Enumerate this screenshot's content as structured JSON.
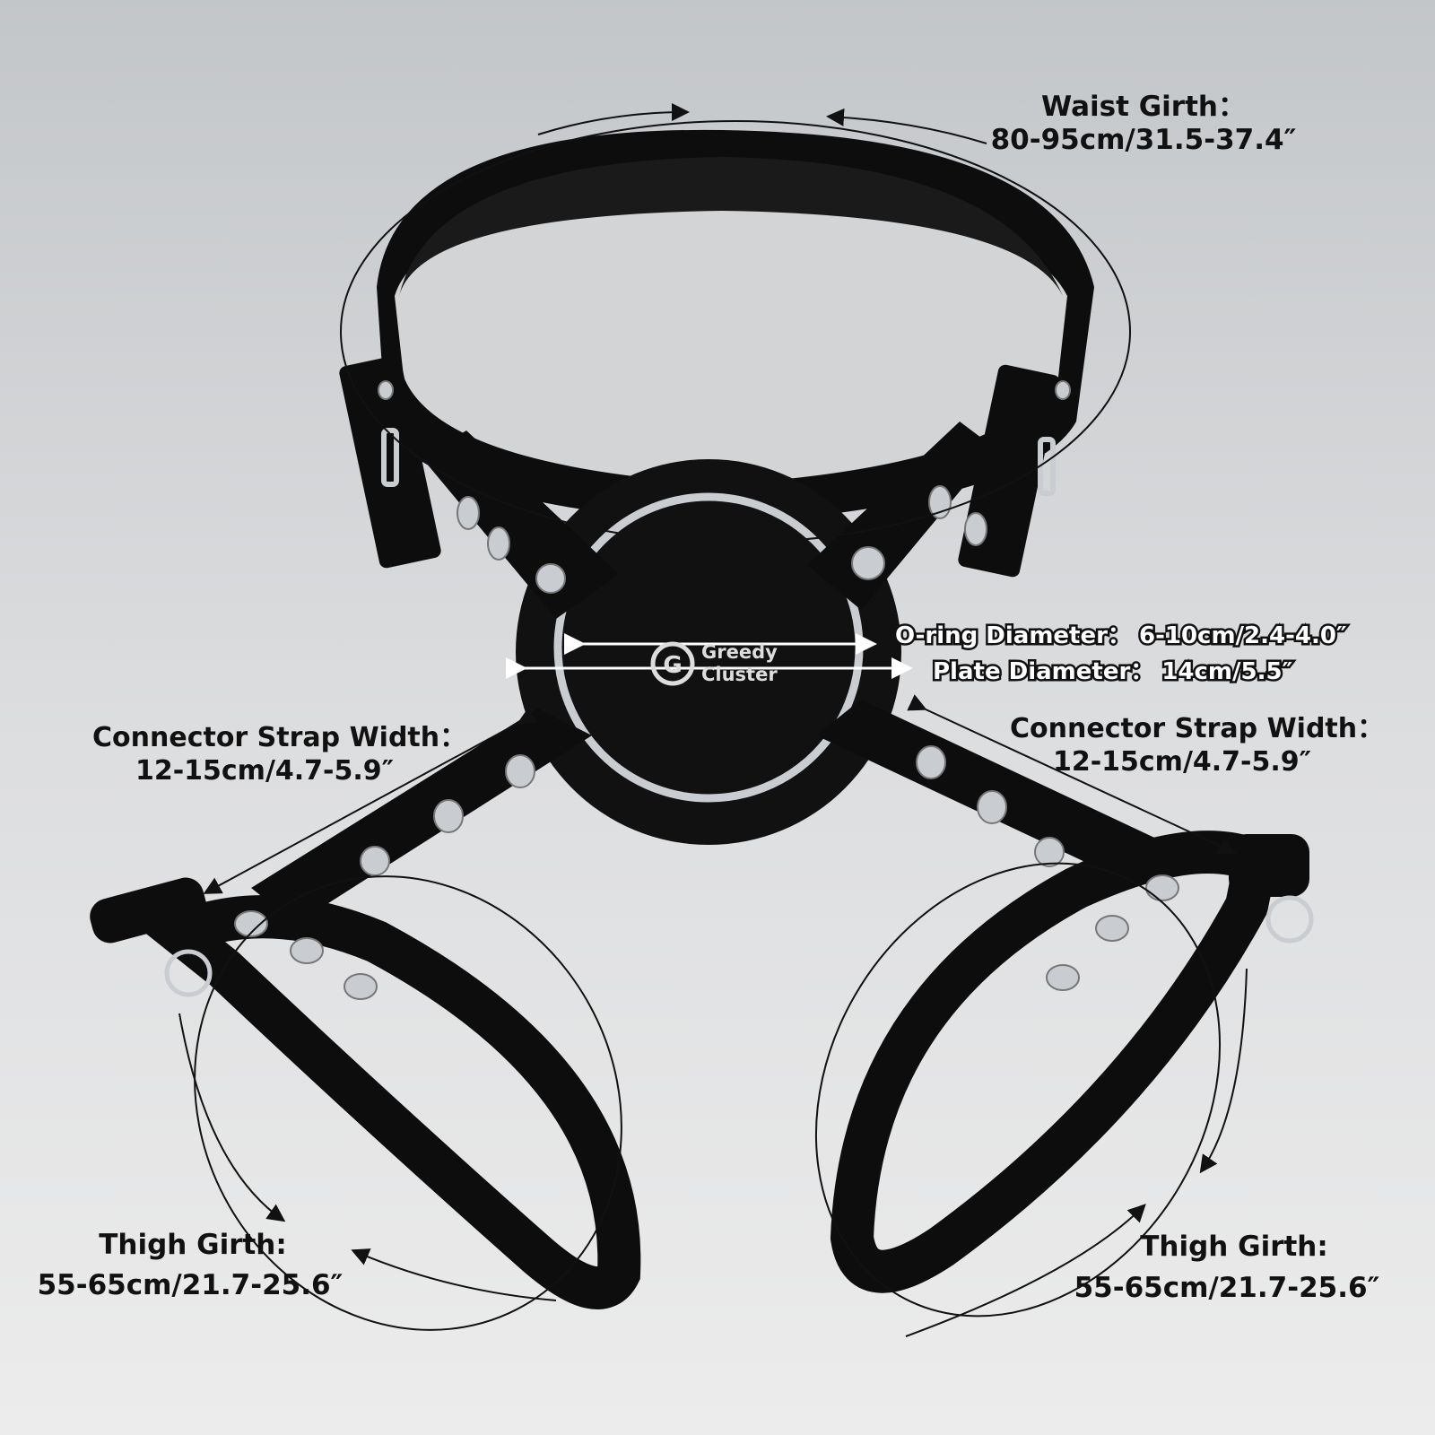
{
  "brand": {
    "logo_letter": "G",
    "line1": "Greedy",
    "line2": "Cluster"
  },
  "labels": {
    "waist_title": "Waist Girth：",
    "waist_value": "80-95cm/31.5-37.4″",
    "oring": "O-ring Diameter：  6-10cm/2.4-4.0″",
    "plate": "Plate Diameter：  14cm/5.5″",
    "connector_left_title": "Connector Strap Width：",
    "connector_left_value": "12-15cm/4.7-5.9″",
    "connector_right_title": "Connector Strap Width：",
    "connector_right_value": "12-15cm/4.7-5.9″",
    "thigh_left_title": "Thigh Girth:",
    "thigh_left_value": "55-65cm/21.7-25.6″",
    "thigh_right_title": "Thigh Girth:",
    "thigh_right_value": "55-65cm/21.7-25.6″"
  },
  "colors": {
    "leather": "#0d0d0d",
    "metal": "#c9ccd0",
    "background": "#d6d8da"
  }
}
